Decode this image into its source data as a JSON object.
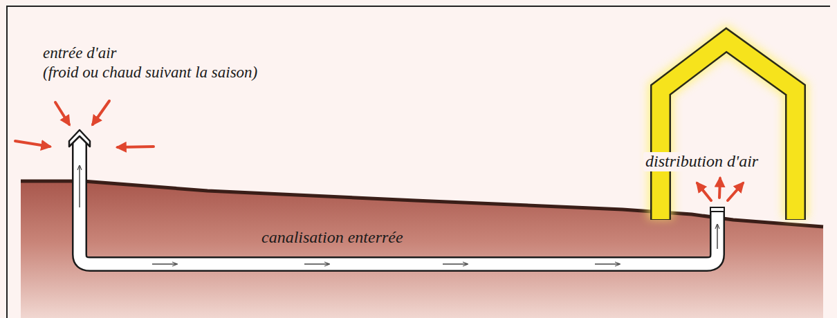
{
  "diagram": {
    "labels": [
      "entrée d'air",
      "(froid ou chaud suivant la saison)",
      "canalisation enterrée",
      "distribution d'air"
    ]
  }
}
